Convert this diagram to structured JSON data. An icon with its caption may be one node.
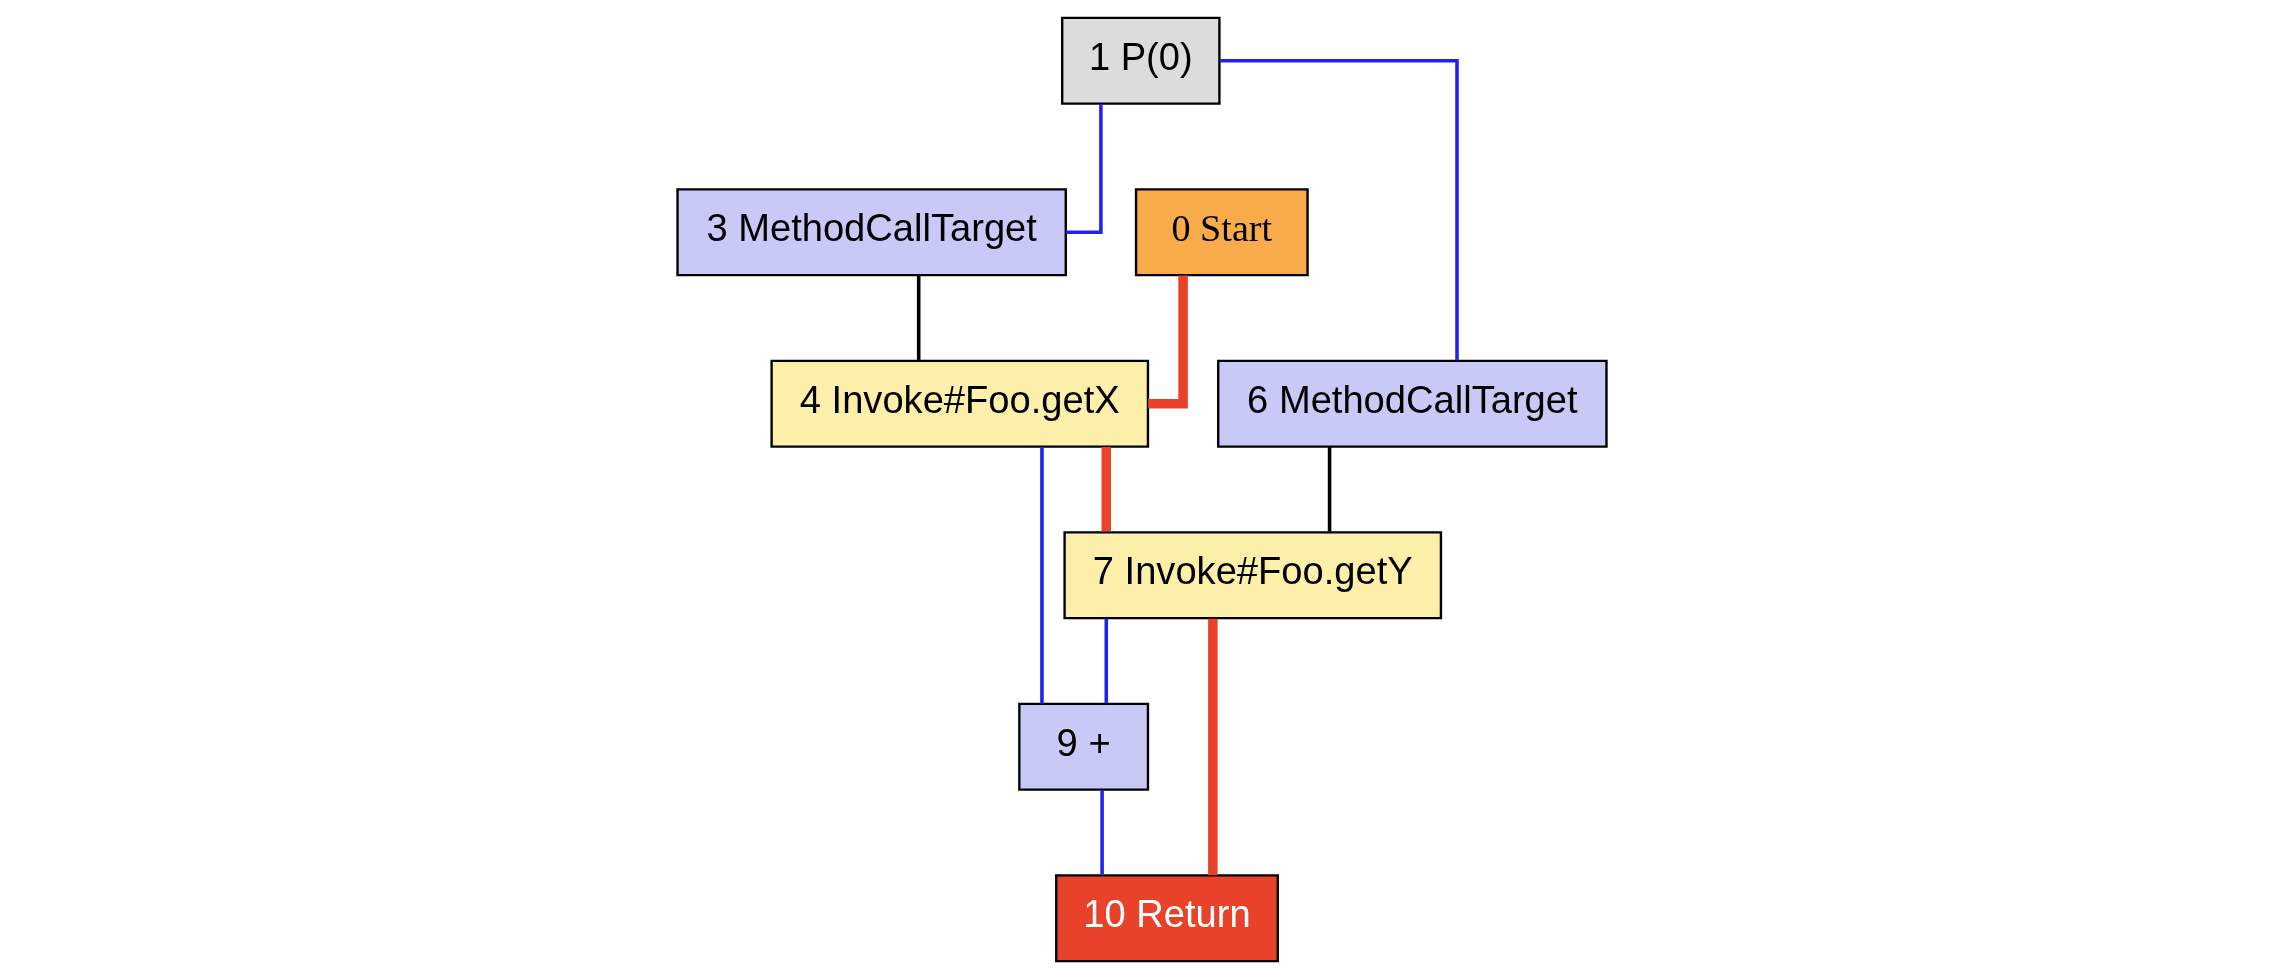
{
  "diagram": {
    "nodes": [
      {
        "text": [
          "1 P(0)"
        ]
      },
      {
        "text": [
          "0 Start"
        ]
      },
      {
        "text": [
          "3 MethodCallTarget"
        ]
      },
      {
        "text": [
          "4 Invoke#Foo.getX"
        ]
      },
      {
        "text": [
          "6 MethodCallTarget"
        ]
      },
      {
        "text": [
          "7 Invoke#Foo.getY"
        ]
      },
      {
        "text": [
          "9 +"
        ]
      },
      {
        "text": [
          "10 Return"
        ]
      }
    ],
    "edges": [
      {
        "from": 1,
        "to": 3,
        "arrow": "none",
        "style": "thick",
        "color": "#e8432a"
      },
      {
        "from": 3,
        "to": 5,
        "arrow": "none",
        "style": "thick",
        "color": "#e8432a"
      },
      {
        "from": 5,
        "to": 7,
        "arrow": "none",
        "style": "thick",
        "color": "#e8432a"
      },
      {
        "from": 0,
        "to": 2,
        "arrow": "none"
      },
      {
        "from": 0,
        "to": 4,
        "arrow": "none"
      },
      {
        "from": 2,
        "to": 3,
        "arrow": "none",
        "color": "#000000"
      },
      {
        "from": 4,
        "to": 5,
        "arrow": "none",
        "color": "#000000"
      },
      {
        "from": 3,
        "to": 6,
        "arrow": "none"
      },
      {
        "from": 5,
        "to": 6,
        "arrow": "none"
      },
      {
        "from": 6,
        "to": 7,
        "arrow": "none"
      }
    ]
  }
}
